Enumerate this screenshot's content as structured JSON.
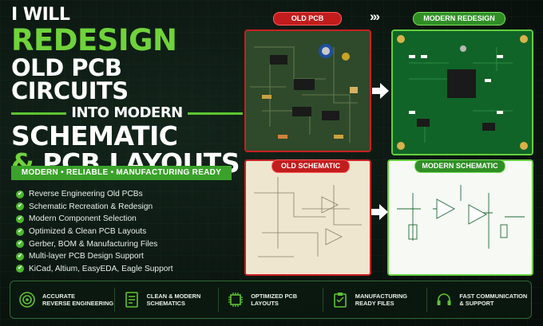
{
  "headline": {
    "line1": "I WILL",
    "line2": "REDESIGN",
    "line3": "OLD PCB CIRCUITS",
    "line4": "INTO MODERN",
    "line5": "SCHEMATIC",
    "line6_amp": "&",
    "line6": "PCB LAYOUTS"
  },
  "ribbon": "MODERN • RELIABLE • MANUFACTURING READY",
  "features": [
    "Reverse Engineering Old PCBs",
    "Schematic Recreation & Redesign",
    "Modern Component Selection",
    "Optimized & Clean PCB Layouts",
    "Gerber, BOM & Manufacturing Files",
    "Multi-layer PCB Design Support",
    "KiCad, Altium, EasyEDA, Eagle Support"
  ],
  "labels": {
    "old_pcb": "OLD PCB",
    "modern_redesign": "MODERN REDESIGN",
    "old_schematic": "OLD SCHEMATIC",
    "modern_schematic": "MODERN SCHEMATIC",
    "chevrons": "›››"
  },
  "bottom": [
    {
      "icon": "target-icon",
      "text": "ACCURATE\nREVERSE ENGINEERING"
    },
    {
      "icon": "document-icon",
      "text": "CLEAN & MODERN\nSCHEMATICS"
    },
    {
      "icon": "chip-icon",
      "text": "OPTIMIZED PCB\nLAYOUTS"
    },
    {
      "icon": "clipboard-icon",
      "text": "MANUFACTURING\nREADY FILES"
    },
    {
      "icon": "headset-icon",
      "text": "FAST COMMUNICATION\n& SUPPORT"
    }
  ],
  "colors": {
    "accent": "#5cc431",
    "red": "#c21d1d",
    "bg": "#0b1510"
  }
}
